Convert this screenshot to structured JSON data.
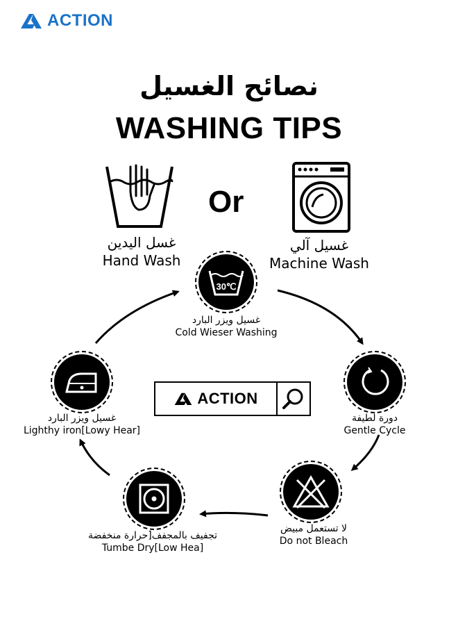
{
  "brand": {
    "name": "ACTION",
    "accent": "#1a73c9"
  },
  "title": {
    "arabic": "نصائح الغسيل",
    "english": "WASHING TIPS"
  },
  "or_text": "Or",
  "hand_wash": {
    "arabic": "غسل اليدين",
    "english": "Hand Wash",
    "icon": "hand-wash-icon"
  },
  "machine_wash": {
    "arabic": "غسيل آلي",
    "english": "Machine Wash",
    "icon": "washing-machine-icon"
  },
  "cycle": {
    "cold_washing": {
      "arabic": "غسيل ويزر البارد",
      "english": "Cold Wieser Washing",
      "badge": "30℃",
      "icon": "cold-wash-30-icon"
    },
    "gentle_cycle": {
      "arabic": "دورة لطيفة",
      "english": "Gentle Cycle",
      "icon": "gentle-cycle-icon"
    },
    "no_bleach": {
      "arabic": "لا تستعمل مبيض",
      "english": "Do not Bleach",
      "icon": "no-bleach-icon"
    },
    "tumble_dry": {
      "arabic": "تجفيف بالمجفف[حرارة منخفضة",
      "english": "Tumbe Dry[Low Hea]",
      "icon": "tumble-dry-icon"
    },
    "iron": {
      "arabic": "غسيل ويزر البارد",
      "english": "Lighthy iron[Lowy Hear]",
      "icon": "iron-icon"
    }
  },
  "center_logo": {
    "name": "ACTION",
    "icon": "magnifier-icon"
  }
}
